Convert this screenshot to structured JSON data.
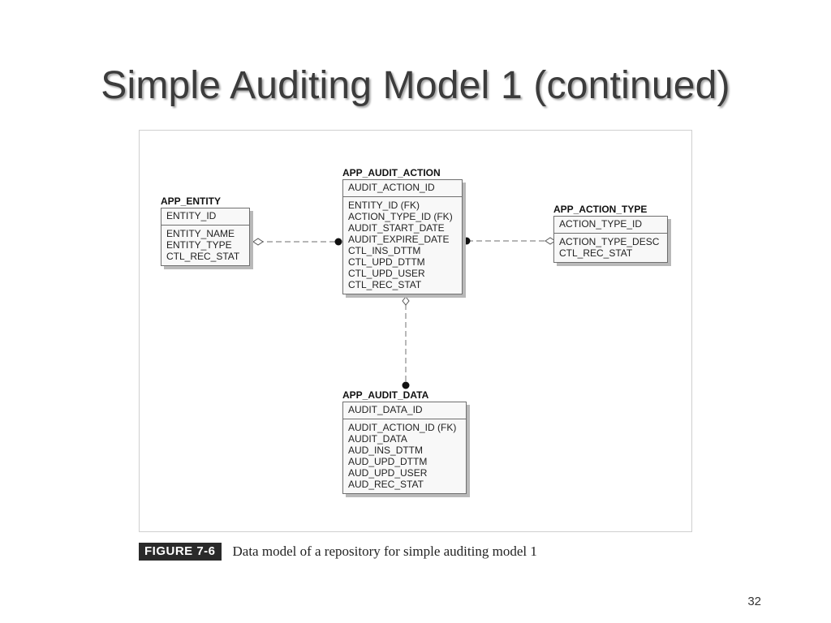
{
  "slide": {
    "title": "Simple Auditing Model 1 (continued)",
    "page_number": "32"
  },
  "diagram": {
    "entities": {
      "app_entity": {
        "name": "APP_ENTITY",
        "pk": "ENTITY_ID",
        "attributes": [
          "ENTITY_NAME",
          "ENTITY_TYPE",
          "CTL_REC_STAT"
        ]
      },
      "app_audit_action": {
        "name": "APP_AUDIT_ACTION",
        "pk": "AUDIT_ACTION_ID",
        "attributes": [
          "ENTITY_ID (FK)",
          "ACTION_TYPE_ID (FK)",
          "AUDIT_START_DATE",
          "AUDIT_EXPIRE_DATE",
          "CTL_INS_DTTM",
          "CTL_UPD_DTTM",
          "CTL_UPD_USER",
          "CTL_REC_STAT"
        ]
      },
      "app_action_type": {
        "name": "APP_ACTION_TYPE",
        "pk": "ACTION_TYPE_ID",
        "attributes": [
          "ACTION_TYPE_DESC",
          "CTL_REC_STAT"
        ]
      },
      "app_audit_data": {
        "name": "APP_AUDIT_DATA",
        "pk": "AUDIT_DATA_ID",
        "attributes": [
          "AUDIT_ACTION_ID (FK)",
          "AUDIT_DATA",
          "AUD_INS_DTTM",
          "AUD_UPD_DTTM",
          "AUD_UPD_USER",
          "AUD_REC_STAT"
        ]
      }
    }
  },
  "caption": {
    "label": "FIGURE 7-6",
    "text": "Data model of a repository for simple auditing model 1"
  }
}
